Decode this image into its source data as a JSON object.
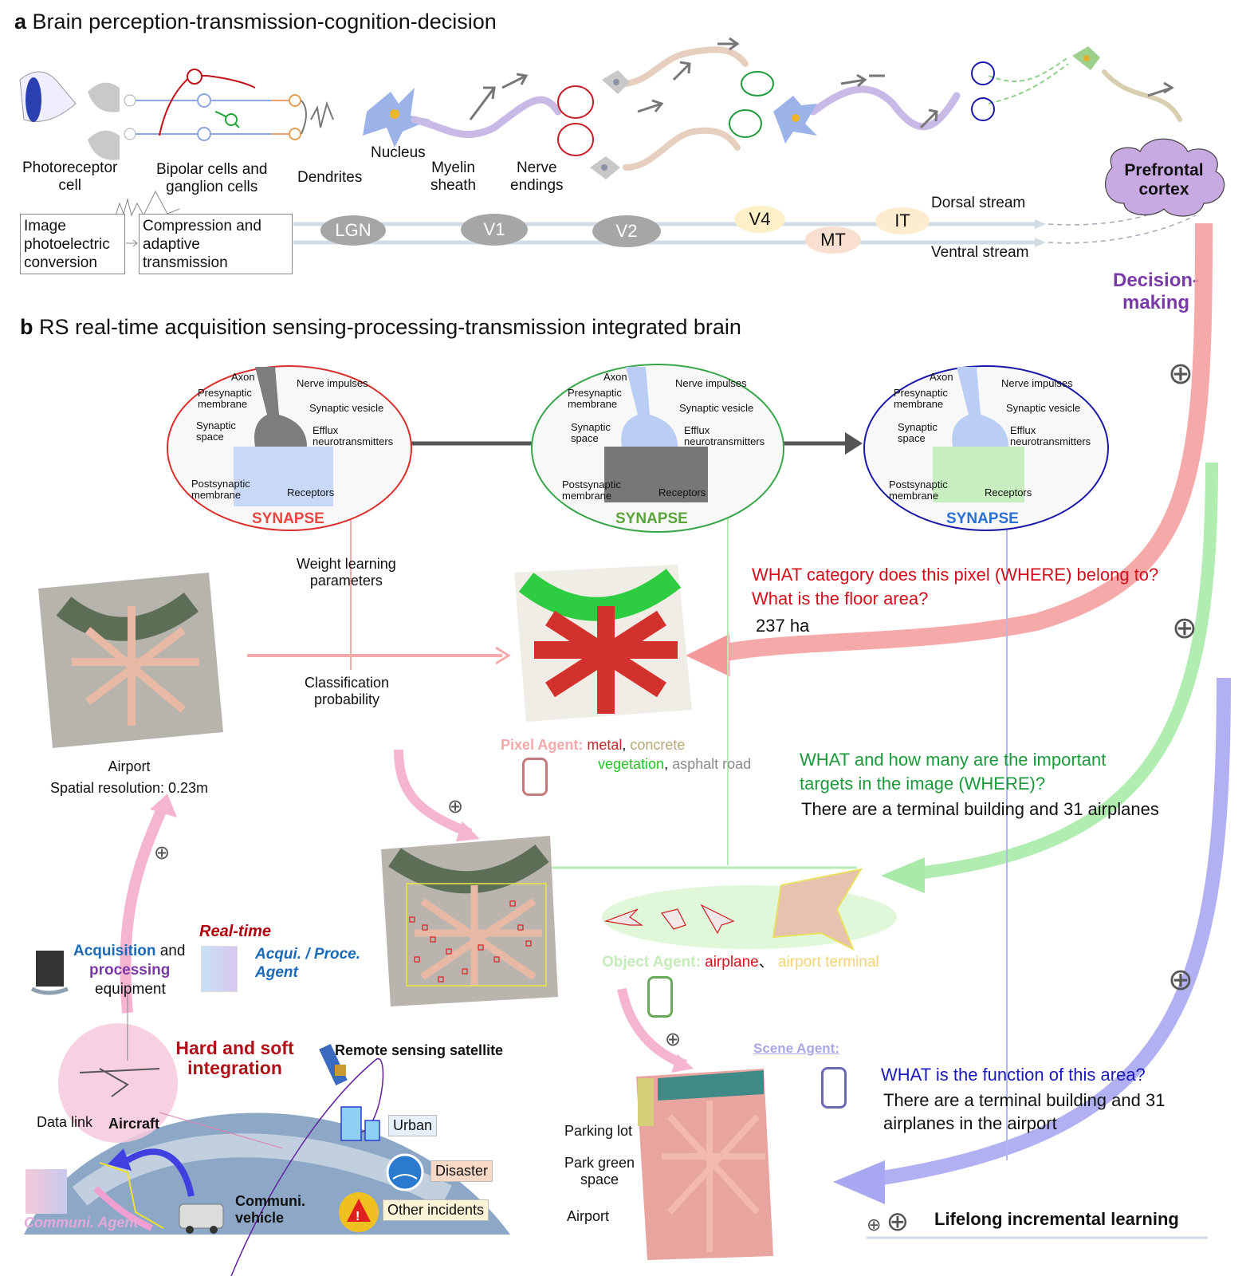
{
  "panel_a": {
    "letter": "a",
    "title": "Brain perception-transmission-cognition-decision",
    "labels": {
      "photoreceptor": "Photoreceptor\ncell",
      "bipolar": "Bipolar cells and\nganglion cells",
      "dendrites": "Dendrites",
      "nucleus": "Nucleus",
      "myelin": "Myelin\nsheath",
      "nerve_endings": "Nerve\nendings",
      "prefrontal": "Prefrontal\ncortex",
      "decision": "Decision-\nmaking"
    },
    "boxes": {
      "image_conversion": "Image\nphotoelectric\nconversion",
      "compression": "Compression and\nadaptive\ntransmission"
    },
    "areas": [
      "LGN",
      "V1",
      "V2",
      "V4",
      "MT",
      "IT"
    ],
    "streams": {
      "dorsal": "Dorsal stream",
      "ventral": "Ventral stream"
    }
  },
  "panel_b": {
    "letter": "b",
    "title": "RS real-time acquisition sensing-processing-transmission integrated brain",
    "synapse": {
      "title": "SYNAPSE",
      "labels": {
        "axon": "Axon",
        "nerve_impulses": "Nerve impulses",
        "presynaptic": "Presynaptic\nmembrane",
        "vesicle": "Synaptic vesicle",
        "space": "Synaptic\nspace",
        "efflux": "Efflux\nneurotransmitters",
        "postsynaptic": "Postsynaptic\nmembrane",
        "receptors": "Receptors"
      },
      "colors": [
        "#d9302c",
        "#3aa64a",
        "#1a1aaa"
      ],
      "title_colors": [
        "#e8473f",
        "#5aa53a",
        "#2a6fd6"
      ]
    },
    "pixel": {
      "weight_learning": "Weight learning\nparameters",
      "classification": "Classification\nprobability",
      "airport_caption": "Airport\nSpatial resolution: 0.23m",
      "agent_label": "Pixel Agent:",
      "classes": [
        {
          "name": "metal",
          "color": "#c0282a"
        },
        {
          "name": "concrete",
          "color": "#b8a878"
        },
        {
          "name": "vegetation",
          "color": "#22c422"
        },
        {
          "name": "asphalt road",
          "color": "#8a8a8a"
        }
      ],
      "question": "WHAT category does this pixel (WHERE) belong to?\nWhat is the floor area?",
      "answer": "237 ha"
    },
    "object": {
      "question": "WHAT and how many are the important\ntargets in the image (WHERE)?",
      "answer": "There are a terminal building and 31 airplanes",
      "agent_label": "Object Agent:",
      "classes": [
        {
          "name": "airplane",
          "color": "#d4101a"
        },
        {
          "name": "airport terminal",
          "color": "#f3d373"
        }
      ],
      "separator": "、"
    },
    "scene": {
      "agent_label": "Scene Agent:",
      "question": "WHAT is the function of this area?",
      "answer": "There are a terminal building and 31\nairplanes in the airport",
      "regions": [
        "Parking lot",
        "Park green\nspace",
        "Airport"
      ]
    },
    "acquisition": {
      "acq": "Acquisition",
      "and": " and",
      "proc": "processing",
      "equip": "equipment",
      "realtime": "Real-time",
      "agent": "Acqui. / Proce.\nAgent"
    },
    "integration": {
      "title": "Hard and soft\nintegration",
      "satellite": "Remote sensing satellite",
      "data_link": "Data link",
      "aircraft": "Aircraft",
      "vehicle": "Communi.\nvehicle",
      "comm_agent": "Communi. Agent",
      "tags": [
        "Urban",
        "Disaster",
        "Other incidents"
      ]
    },
    "lifelong": "Lifelong incremental learning",
    "plus_symbol": "⊕"
  }
}
